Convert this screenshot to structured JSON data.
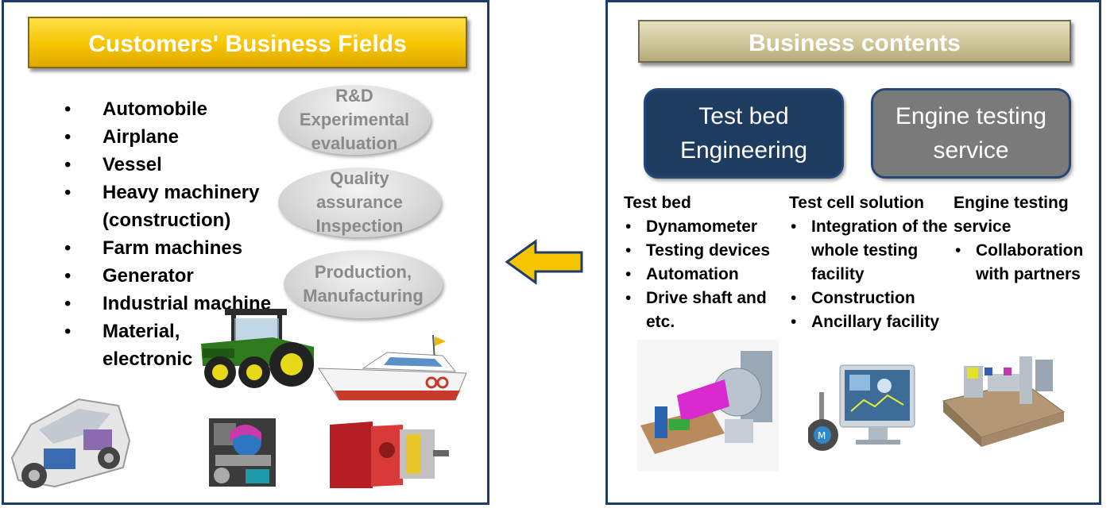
{
  "left": {
    "title": "Customers' Business Fields",
    "fields": [
      "Automobile",
      "Airplane",
      "Vessel",
      "Heavy machinery (construction)",
      "Farm machines",
      "Generator",
      "Industrial machine",
      "Material, electronic"
    ],
    "ovals": [
      "R&D\nExperimental\nevaluation",
      "Quality\nassurance\nInspection",
      "Production,\nManufacturing"
    ]
  },
  "right": {
    "title": "Business contents",
    "box1": "Test bed Engineering",
    "box2": "Engine testing service",
    "col1": {
      "heading": "Test bed",
      "items": [
        "Dynamometer",
        "Testing devices",
        "Automation",
        "Drive  shaft and etc."
      ]
    },
    "col2": {
      "heading": "Test cell solution",
      "items": [
        "Integration of the whole testing facility",
        "Construction",
        "Ancillary facility"
      ]
    },
    "col3": {
      "heading": "Engine testing service",
      "items": [
        "Collaboration with partners"
      ]
    }
  },
  "colors": {
    "border": "#1f3d6b",
    "yellow_banner": "#f5c400",
    "khaki_banner": "#cfc69a",
    "navy_box": "#1e3b60",
    "gray_box": "#7a7a7a",
    "arrow_fill": "#f5c400"
  },
  "icons": [
    "left-arrow-icon",
    "tractor-icon",
    "yacht-icon",
    "car-icon",
    "engine-icon",
    "gearbox-icon",
    "dynamometer-icon",
    "monitor-icon",
    "test-rig-icon"
  ]
}
